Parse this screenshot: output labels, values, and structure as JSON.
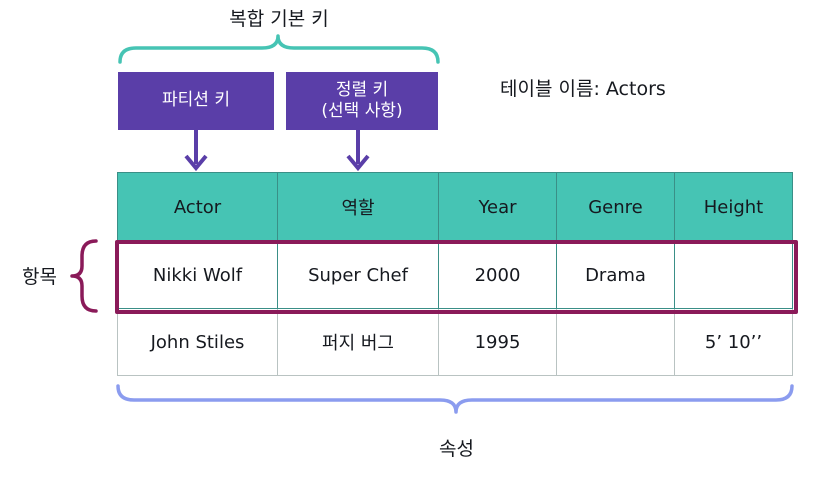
{
  "composite_key_label": "복합 기본 키",
  "partition_key_label": "파티션 키",
  "sort_key_label_line1": "정렬 키",
  "sort_key_label_line2": "(선택 사항)",
  "table_name": "테이블 이름: Actors",
  "headers": [
    "Actor",
    "역할",
    "Year",
    "Genre",
    "Height"
  ],
  "rows": [
    [
      "Nikki Wolf",
      "Super Chef",
      "2000",
      "Drama",
      ""
    ],
    [
      "John Stiles",
      "퍼지 버그",
      "1995",
      "",
      "5’ 10’’"
    ]
  ],
  "item_label": "항목",
  "attributes_label": "속성",
  "colors": {
    "header_bg": "#46c4b4",
    "key_box_bg": "#5a3ea8",
    "item_outline": "#8a1a59",
    "bracket_top": "#46c4b4",
    "bracket_bottom": "#8b9cef"
  }
}
